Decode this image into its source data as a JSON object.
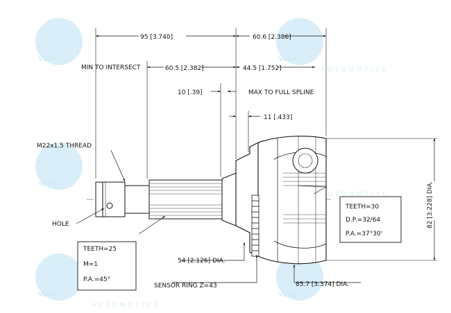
{
  "watermark": {
    "brand": "VEMA",
    "sub": "AUTOMOTIVE",
    "color": "#cfe9f5",
    "icon": "registered-mark"
  },
  "dimensions": {
    "overall_length": "95 [3.740]",
    "outer_length": "60.6 [2.386]",
    "min_to_intersect_label": "MIN TO INTERSECT",
    "min_to_intersect_value": "60.5 [2.382]",
    "intersect_to_end": "44.5 [1.752]",
    "spline_gap": "10 [.39]",
    "max_to_full_spline": "MAX TO FULL SPLINE",
    "seat_offset": "11 [.433]",
    "thread": "M22x1.5 THREAD",
    "hole": "HOLE",
    "shoulder_dia": "54 [2.126] DIA.",
    "outer_dia": "82 [3.228] DIA.",
    "bell_dia": "85.7 [3.374] DIA.",
    "sensor_ring": "SENSOR RING Z=43"
  },
  "spec_left": {
    "teeth": "TEETH=25",
    "module": "M=1",
    "pressure_angle": "P.A.=45°"
  },
  "spec_right": {
    "teeth": "TEETH=30",
    "diametral_pitch": "D.P.=32/64",
    "pressure_angle": "P.A.=37°30'"
  },
  "colors": {
    "line": "#111111",
    "watermark": "#cfe9f5"
  }
}
